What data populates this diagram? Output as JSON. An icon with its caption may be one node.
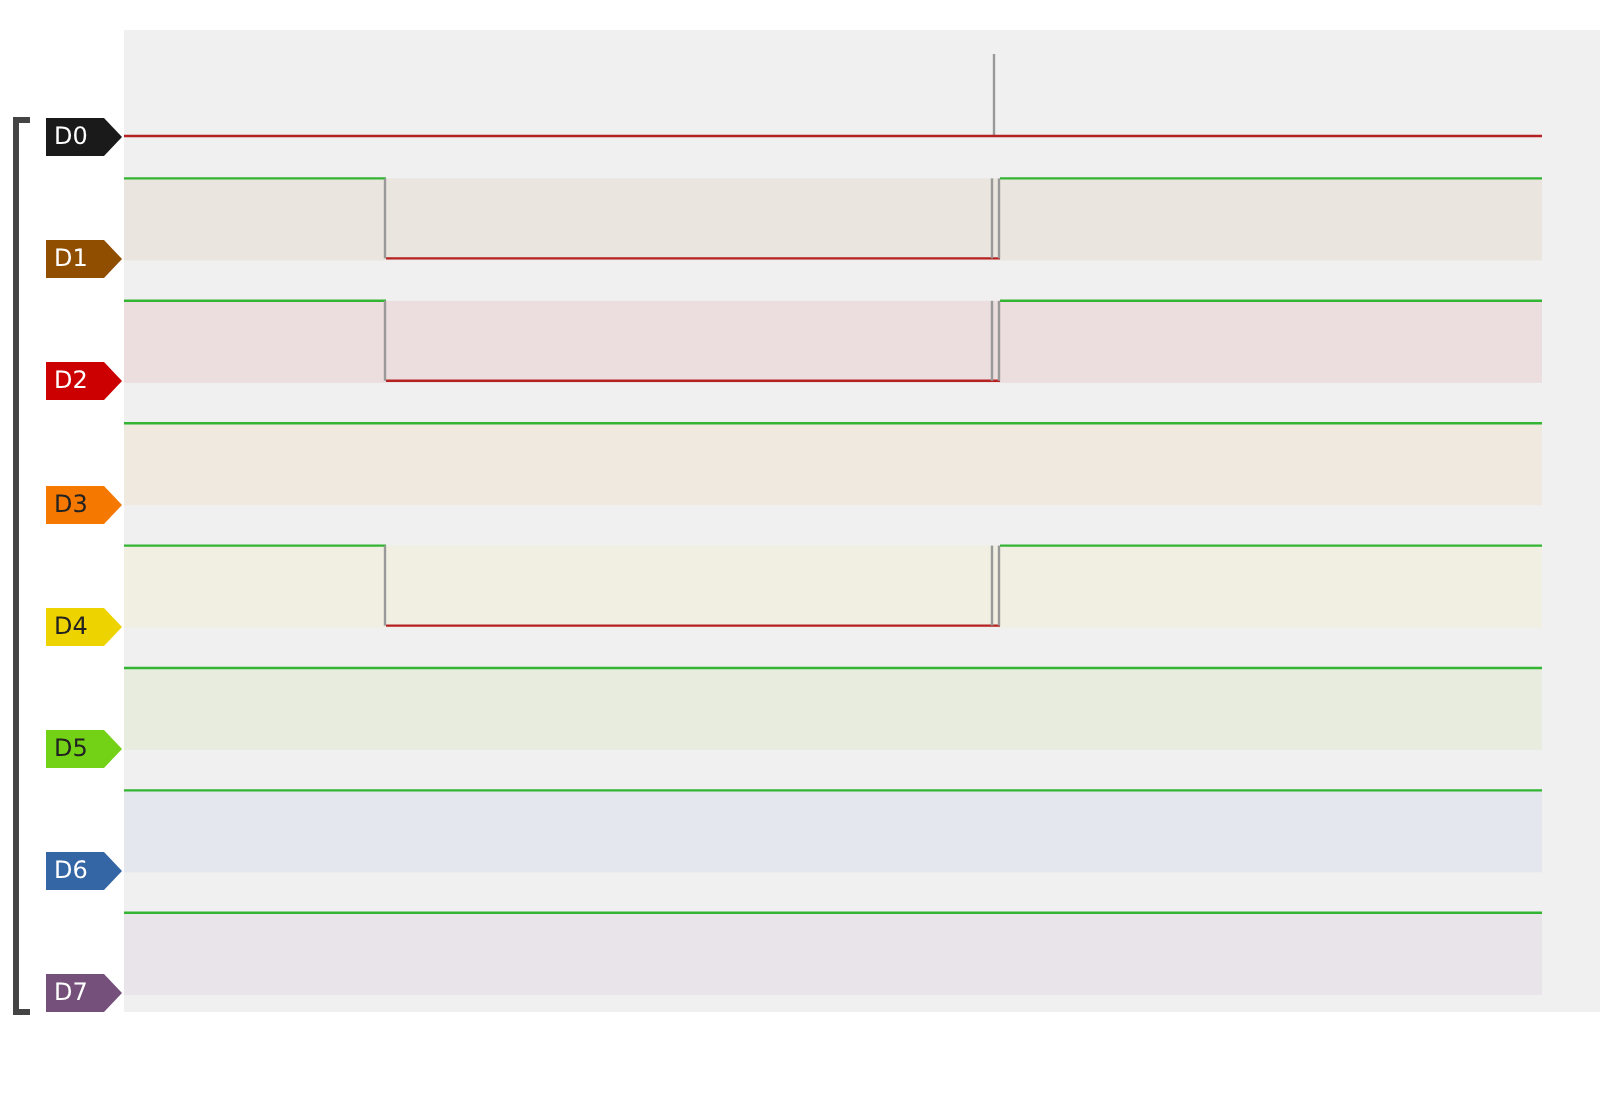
{
  "diagram": {
    "nodes": [
      {
        "text": [
          "D0"
        ]
      },
      {
        "text": [
          "D1"
        ]
      },
      {
        "text": [
          "D2"
        ]
      },
      {
        "text": [
          "D3"
        ]
      },
      {
        "text": [
          "D4"
        ]
      },
      {
        "text": [
          "D5"
        ]
      },
      {
        "text": [
          "D6"
        ]
      },
      {
        "text": [
          "D7"
        ]
      }
    ]
  }
}
